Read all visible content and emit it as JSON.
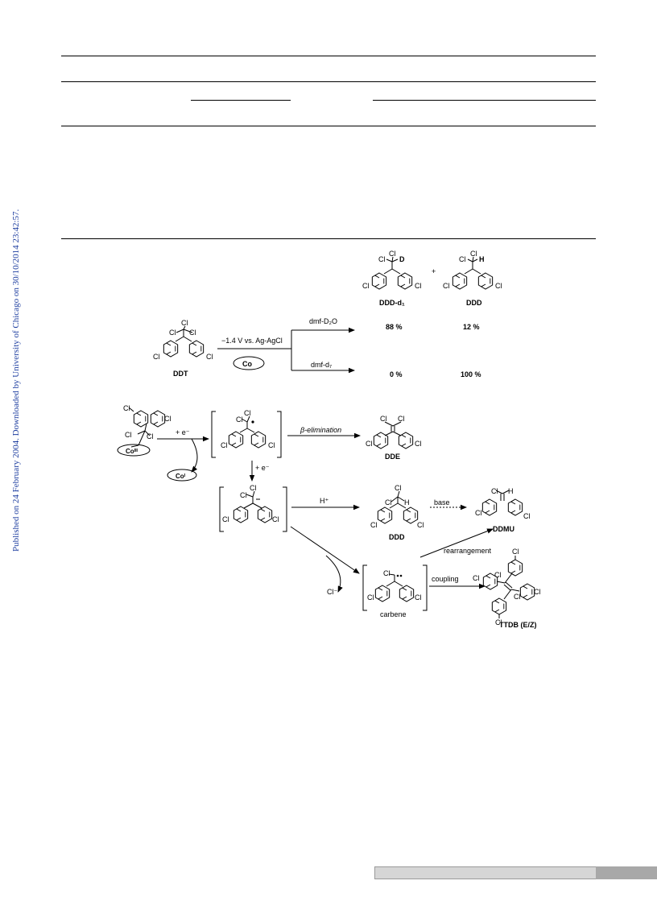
{
  "sidebar": {
    "citation": "Published on 24 February 2004. Downloaded by University of Chicago on 30/10/2014 23:42:57."
  },
  "scheme_top": {
    "reactant": "DDT",
    "conditions": "−1.4 V vs. Ag-AgCl",
    "catalyst": "Co",
    "solvent_1": "dmf-D₂O",
    "solvent_2": "dmf-d₇",
    "product_1": "DDD-d₁",
    "product_2": "DDD",
    "plus": "+",
    "yield_d2o_product_1": "88 %",
    "yield_d2o_product_2": "12 %",
    "yield_d7_product_1": "0 %",
    "yield_d7_product_2": "100 %"
  },
  "scheme_mechanism": {
    "catalyst_start": "Coᴵᴵᴵ",
    "catalyst_end": "Coᴵ",
    "electron_1": "+ e⁻",
    "electron_2": "+ e⁻",
    "step_beta": "β-elimination",
    "product_dde": "DDE",
    "step_proton": "H⁺",
    "product_ddd": "DDD",
    "step_base": "base",
    "product_ddmu": "DDMU",
    "step_rearrangement": "rearrangement",
    "leaving_group": "Cl⁻",
    "intermediate_carbene": "carbene",
    "step_coupling": "coupling",
    "product_ttdb": "TTDB (E/Z)"
  },
  "atoms": {
    "cl": "Cl",
    "d": "D",
    "h": "H"
  }
}
